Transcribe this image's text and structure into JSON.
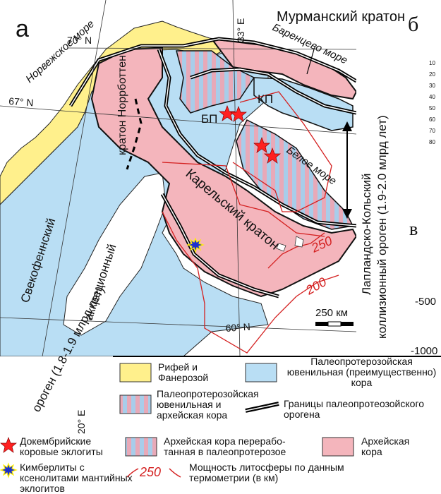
{
  "colors": {
    "phanerozoic": "#fff08c",
    "juvenile": "#b9def4",
    "archean": "#f4b5bc",
    "stripe_blue": "#a8cdea",
    "stripe_pink": "#e8a9b8",
    "land_white": "#ffffff",
    "sea": "#ffffff",
    "thickness_line": "#d42020",
    "eclogite_star": "#ff2020",
    "kimberlite_star": "#1b2fd0"
  },
  "panels": {
    "a": "а",
    "b": "б",
    "c": "в"
  },
  "seas": {
    "norwegian": "Норвежское море",
    "barents": "Баренцево море",
    "white": "Белое море"
  },
  "units": {
    "murmansk": "Мурманский кратон",
    "norrbotten": "кратон Норрботтен",
    "karelian": "Карельский кратон",
    "bp": "БП",
    "kp": "КП",
    "svecofennian_1": "Свекофеннский",
    "svecofennian_2": "аккреционный",
    "svecofennian_3": "ороген (1.8-1.9 млрд лет)",
    "lapland_1": "Лапландско-Кольский",
    "lapland_2": "коллизионный ороген (1.9-2.0 млрд лет)"
  },
  "graticule": {
    "lat70": "70° N",
    "lat67": "67° N",
    "lat60": "60° N",
    "lon33": "33° E",
    "lon20": "20° E"
  },
  "isolines": {
    "i250": "250",
    "i200": "200"
  },
  "scale_bar": "250 км",
  "side_panel": {
    "ticks": [
      "10",
      "20",
      "30",
      "40",
      "50",
      "60",
      "70",
      "80"
    ],
    "y500": "-500",
    "y1000": "-1000"
  },
  "legend": {
    "phanerozoic": "Рифей и Фанерозой",
    "juvenile": "Палеопротерозойская ювенильная (преиму­щественно) кора",
    "mixed": "Палеопротерозойская ювенильная и архейская кора",
    "boundary": "Границы палеопроте­озойского орогена",
    "eclogite": "Докембрийские коровые эклогиты",
    "reworked": "Архейская кора перерабо­танная в палеопротерозое",
    "archean": "Архейская кора",
    "kimberlite": "Кимберлиты с ксенолитами мантийных эклогитов",
    "thickness_value": "250",
    "thickness": "Мощность литосферы по данным термометрии (в км)"
  }
}
